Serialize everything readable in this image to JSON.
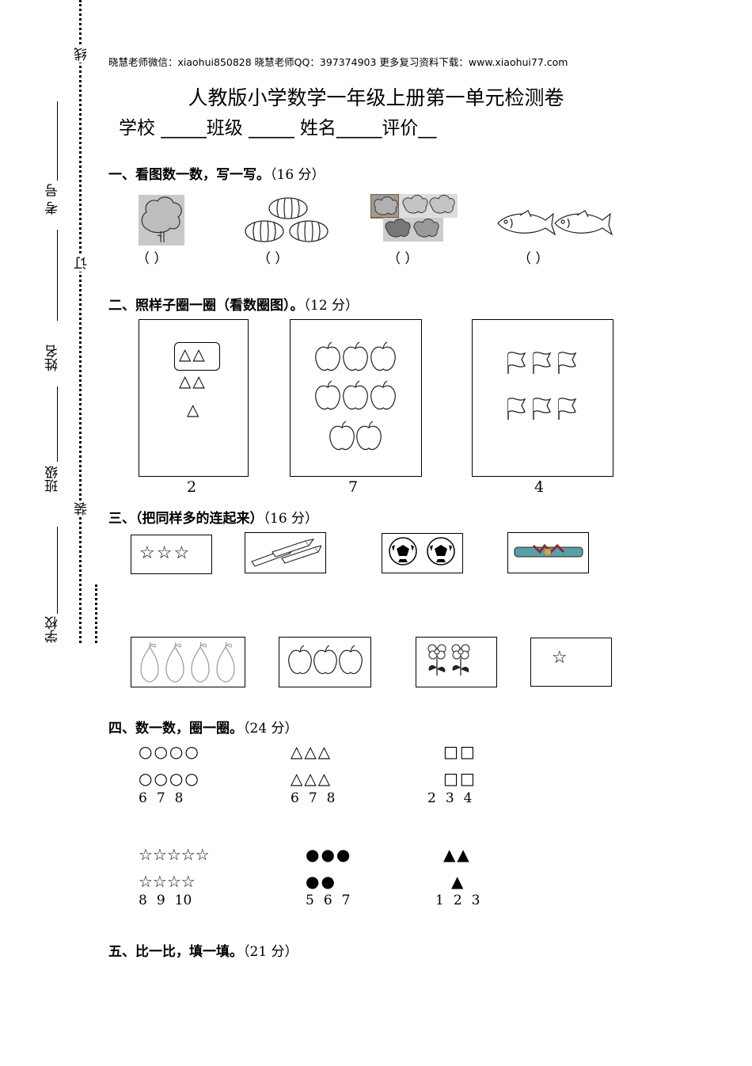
{
  "header": "晓慧老师微信：xiaohui850828 晓慧老师QQ：397374903 更多复习资料下载：www.xiaohui77.com",
  "title": "人教版小学数学一年级上册第一单元检测卷",
  "info_line": "学校 _____班级 _____ 姓名_____评价__",
  "margin": {
    "xian": "线",
    "ding": "订",
    "zhuang": "装",
    "kaohao": "考 号",
    "xingming": "姓名",
    "banji": "班级",
    "xuexiao": "学校"
  },
  "section1": {
    "title": "一、看图数一数，写一写。",
    "points": "（16 分）",
    "blank": "（      ）",
    "items": [
      "tree-icon",
      "pumpkin-icon",
      "cloud-icon",
      "fish-icon"
    ]
  },
  "section2": {
    "title": "二、照样子圈一圈（看数圈图）。",
    "points": "（12 分）",
    "boxes": [
      {
        "rows": [
          "△△",
          "△△",
          "△"
        ],
        "number": "2"
      },
      {
        "rows": [
          "apple x3",
          "apple x3",
          "apple x2"
        ],
        "number": "7"
      },
      {
        "rows": [
          "flag x3",
          "flag x3"
        ],
        "number": "4"
      }
    ]
  },
  "section3": {
    "title": "三、（把同样多的连起来）",
    "points": "（16 分）",
    "top_row": [
      "☆☆☆",
      "pencil-icon",
      "soccer-ball-icon",
      "pencil-case-icon"
    ],
    "bottom_row": [
      "pear-icon",
      "apple-icon",
      "flower-icon",
      "☆"
    ]
  },
  "section4": {
    "title": "四、数一数，圈一圈。",
    "points": "（24 分）",
    "groups": [
      {
        "line1": "○○○○",
        "line2": "○○○○",
        "options": [
          "6",
          "7",
          "8"
        ]
      },
      {
        "line1": "△△△",
        "line2": "△△△",
        "options": [
          "6",
          "7",
          "8"
        ]
      },
      {
        "line1": "□□",
        "line2": "□□",
        "options": [
          "2",
          "3",
          "4"
        ]
      },
      {
        "line1": "☆☆☆☆☆",
        "line2": "☆☆☆☆",
        "options": [
          "8",
          "9",
          "10"
        ]
      },
      {
        "line1": "●●●",
        "line2": "●●",
        "options": [
          "5",
          "6",
          "7"
        ]
      },
      {
        "line1": "▲▲",
        "line2": "▲",
        "options": [
          "1",
          "2",
          "3"
        ]
      }
    ]
  },
  "section5": {
    "title": "五、比一比，填一填。",
    "points": "（21 分）"
  }
}
